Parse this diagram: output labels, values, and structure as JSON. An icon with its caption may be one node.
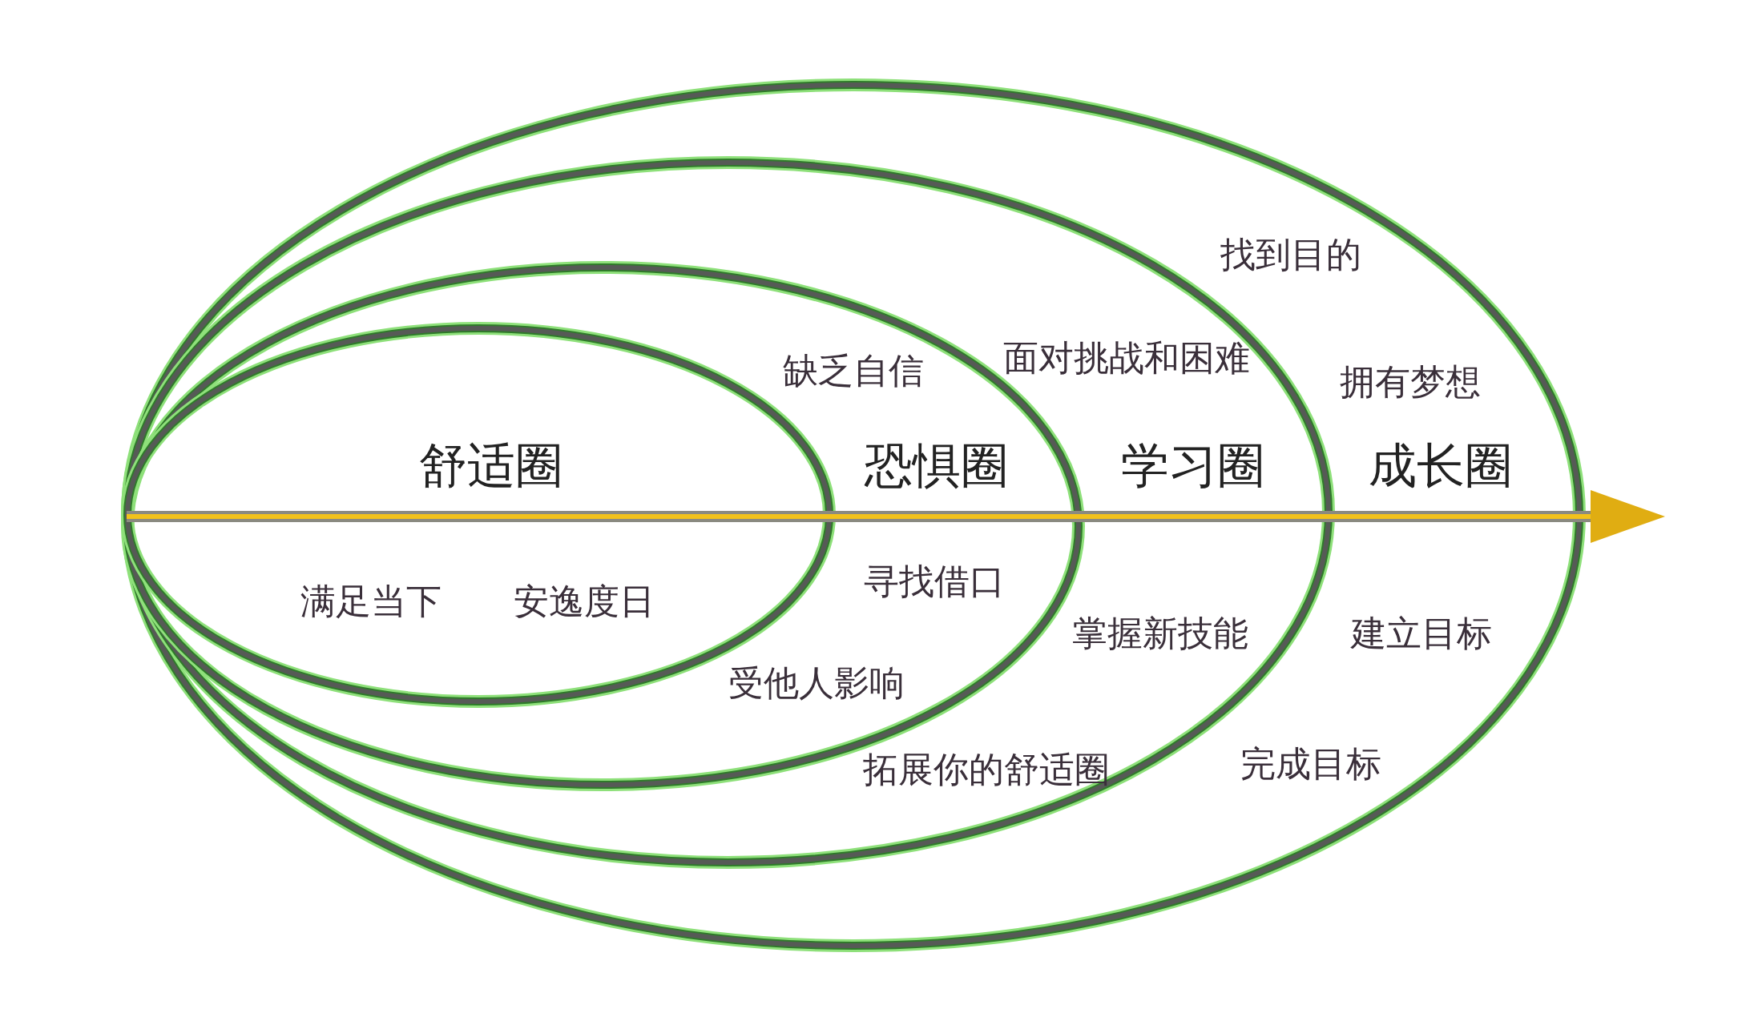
{
  "diagram": {
    "nodes": [
      {
        "text": [
          "找到目的",
          "拥有梦想",
          "成长圈",
          "建立目标",
          "完成目标"
        ]
      },
      {
        "text": [
          "面对挑战和困难",
          "学习圈",
          "掌握新技能",
          "拓展你的舒适圈"
        ],
        "in": 0
      },
      {
        "text": [
          "缺乏自信",
          "恐惧圈",
          "寻找借口",
          "受他人影响"
        ],
        "in": 1
      },
      {
        "text": [
          "舒适圈",
          "满足当下",
          "安逸度日"
        ],
        "in": 2
      }
    ],
    "edges": []
  }
}
